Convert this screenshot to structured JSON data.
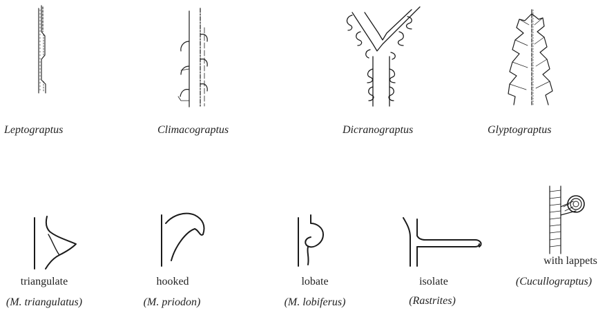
{
  "genera": [
    {
      "name": "Leptograptus"
    },
    {
      "name": "Climacograptus"
    },
    {
      "name": "Dicranograptus"
    },
    {
      "name": "Glyptograptus"
    }
  ],
  "thecae": [
    {
      "type": "triangulate",
      "species": "(M. triangulatus)"
    },
    {
      "type": "hooked",
      "species": "(M. priodon)"
    },
    {
      "type": "lobate",
      "species": "(M. lobiferus)"
    },
    {
      "type": "isolate",
      "species": "(Rastrites)"
    },
    {
      "type": "with lappets",
      "species": "(Cucullograptus)"
    }
  ]
}
